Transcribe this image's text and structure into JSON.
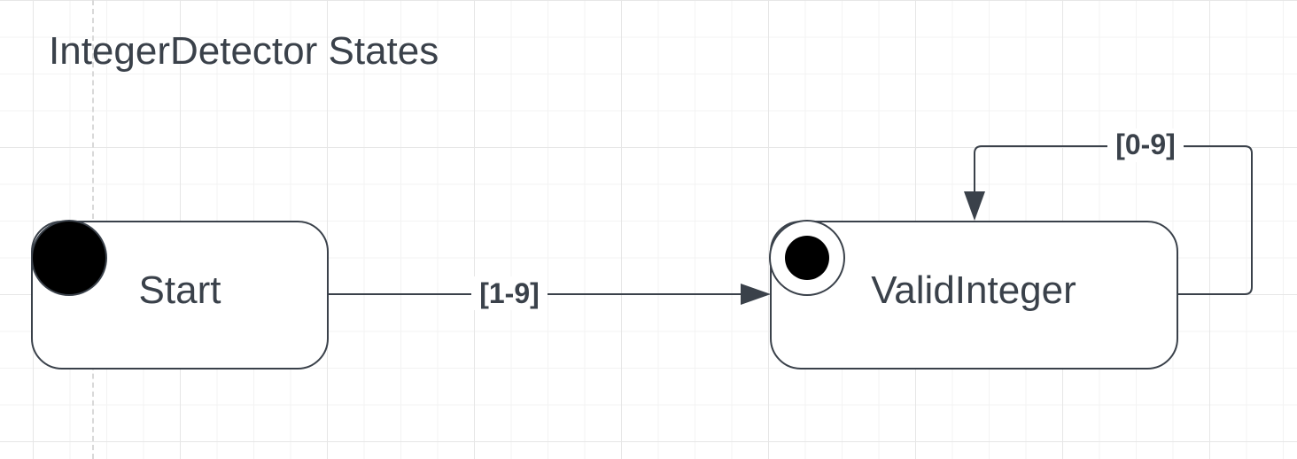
{
  "diagram": {
    "title": "IntegerDetector States",
    "states": {
      "start": {
        "label": "Start"
      },
      "valid": {
        "label": "ValidInteger"
      }
    },
    "transitions": {
      "start_to_valid": {
        "guard": "[1-9]"
      },
      "valid_self": {
        "guard": "[0-9]"
      }
    }
  },
  "colors": {
    "stroke": "#3a414a",
    "text": "#3a414a",
    "fill": "#ffffff",
    "marker": "#000000",
    "grid": "#e6e6e6"
  }
}
